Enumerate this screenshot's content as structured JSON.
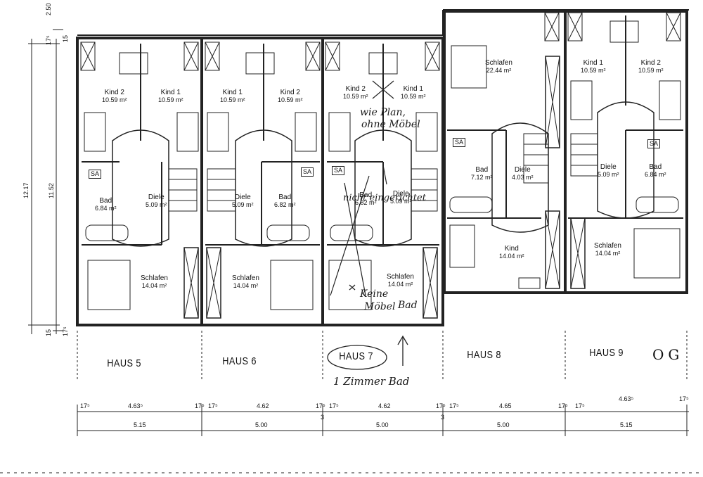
{
  "level_label": "OG",
  "houses": [
    {
      "name": "HAUS 5",
      "rooms": [
        {
          "name": "Kind 2",
          "area": "10.59 m²"
        },
        {
          "name": "Kind 1",
          "area": "10.59 m²"
        },
        {
          "name": "Diele",
          "area": "5.09 m²"
        },
        {
          "name": "Bad",
          "area": "6.84 m²"
        },
        {
          "name": "Schlafen",
          "area": "14.04 m²"
        }
      ]
    },
    {
      "name": "HAUS 6",
      "rooms": [
        {
          "name": "Kind 1",
          "area": "10.59 m²"
        },
        {
          "name": "Kind 2",
          "area": "10.59 m²"
        },
        {
          "name": "Diele",
          "area": "5.09 m²"
        },
        {
          "name": "Bad",
          "area": "6.82 m²"
        },
        {
          "name": "Schlafen",
          "area": "14.04 m²"
        }
      ]
    },
    {
      "name": "HAUS 7",
      "rooms": [
        {
          "name": "Kind 2",
          "area": "10.59 m²"
        },
        {
          "name": "Kind 1",
          "area": "10.59 m²"
        },
        {
          "name": "Bad",
          "area": "6.82 m²"
        },
        {
          "name": "Diele",
          "area": "5.09 m²"
        },
        {
          "name": "Schlafen",
          "area": "14.04 m²"
        }
      ]
    },
    {
      "name": "HAUS 8",
      "rooms": [
        {
          "name": "Schlafen",
          "area": "22.44 m²"
        },
        {
          "name": "Bad",
          "area": "7.12 m²"
        },
        {
          "name": "Diele",
          "area": "4.03 m²"
        },
        {
          "name": "Kind",
          "area": "14.04 m²"
        }
      ]
    },
    {
      "name": "HAUS 9",
      "rooms": [
        {
          "name": "Kind 1",
          "area": "10.59 m²"
        },
        {
          "name": "Kind 2",
          "area": "10.59 m²"
        },
        {
          "name": "Diele",
          "area": "5.09 m²"
        },
        {
          "name": "Bad",
          "area": "6.84 m²"
        },
        {
          "name": "Schlafen",
          "area": "14.04 m²"
        }
      ]
    }
  ],
  "fixture_label": "SA",
  "handwritten_notes": [
    {
      "text": "wie Plan,"
    },
    {
      "text": "ohne Möbel"
    },
    {
      "text": "nicht eingerichtet"
    },
    {
      "text": "Keine"
    },
    {
      "text": "Möbel"
    },
    {
      "text": "Bad"
    },
    {
      "text": "1 Zimmer Bad"
    }
  ],
  "dimensions_inner": [
    "17⁵",
    "4.63⁵",
    "17⁵",
    "17⁵",
    "4.62",
    "17⁵",
    "17⁵",
    "4.62",
    "17⁵",
    "17⁵",
    "4.65",
    "17⁵",
    "17⁵",
    "4.63⁵",
    "17⁵"
  ],
  "dimensions_outer": [
    "5.15",
    "5.00",
    "5.00",
    "5.00",
    "5.15"
  ],
  "dimensions_vertical": [
    "2.50",
    "17⁵",
    "15",
    "12.17",
    "11.52",
    "15",
    "17⁵"
  ],
  "misc_marks": [
    "3",
    "3"
  ]
}
